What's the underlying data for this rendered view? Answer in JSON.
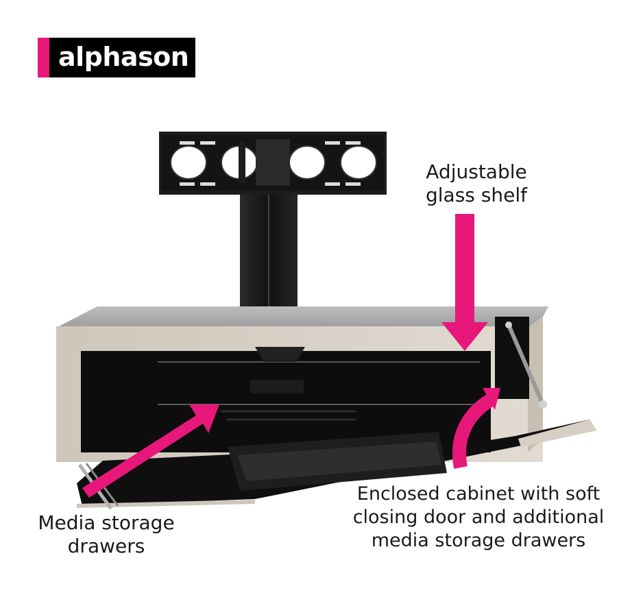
{
  "brand": {
    "name": "alphason",
    "accent_color": "#e8177a",
    "bg_color": "#000000"
  },
  "callouts": {
    "shelf": [
      "Adjustable",
      "glass shelf"
    ],
    "drawers": [
      "Media storage",
      "drawers"
    ],
    "cabinet": [
      "Enclosed cabinet with soft",
      "closing door and additional",
      "media storage drawers"
    ]
  },
  "colors": {
    "arrow": "#e8177a",
    "cabinet_body": "#d8cfc4",
    "cabinet_interior": "#0d0d0d",
    "bracket": "#1c1c1c"
  }
}
